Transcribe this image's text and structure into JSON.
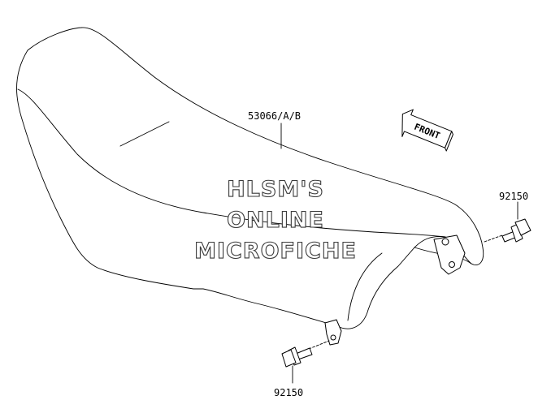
{
  "labels": {
    "seat": "53066/A/B",
    "bolt_right": "92150",
    "bolt_bottom": "92150"
  },
  "watermark": {
    "line1": "HLSM'S",
    "line2": "ONLINE",
    "line3": "MICROFICHE"
  },
  "direction": {
    "text": "FRONT"
  }
}
